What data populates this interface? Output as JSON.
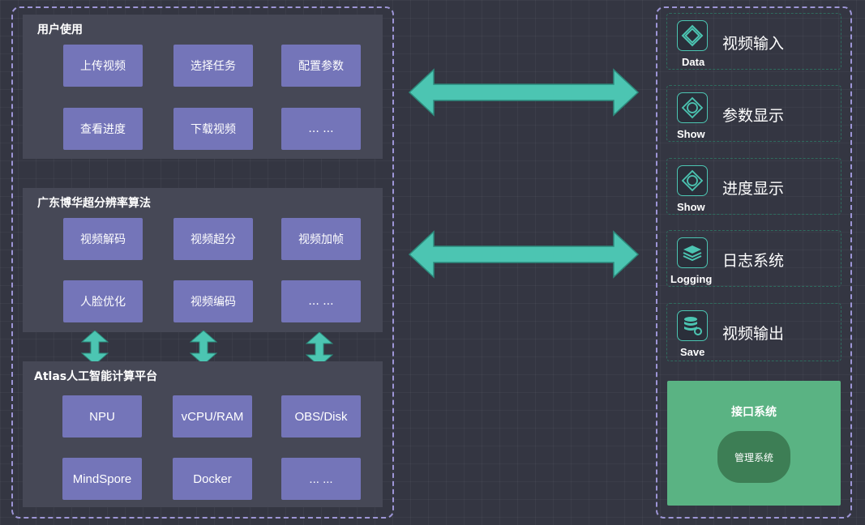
{
  "left": {
    "groups": [
      {
        "title": "用户使用",
        "items": [
          "上传视频",
          "选择任务",
          "配置参数",
          "查看进度",
          "下载视频",
          "... ..."
        ]
      },
      {
        "title": "广东博华超分辨率算法",
        "items": [
          "视频解码",
          "视频超分",
          "视频加帧",
          "人脸优化",
          "视频编码",
          "... ..."
        ]
      },
      {
        "title": "Atlas人工智能计算平台",
        "items": [
          "NPU",
          "vCPU/RAM",
          "OBS/Disk",
          "MindSpore",
          "Docker",
          "... ..."
        ]
      }
    ]
  },
  "right": {
    "items": [
      {
        "label": "视频输入",
        "sub": "Data",
        "icon": "data-icon"
      },
      {
        "label": "参数显示",
        "sub": "Show",
        "icon": "show-icon"
      },
      {
        "label": "进度显示",
        "sub": "Show",
        "icon": "show-icon"
      },
      {
        "label": "日志系统",
        "sub": "Logging",
        "icon": "logging-layers-icon"
      },
      {
        "label": "视频输出",
        "sub": "Save",
        "icon": "save-database-icon"
      }
    ],
    "interface": {
      "title": "接口系统",
      "inner": "管理系统"
    }
  },
  "colors": {
    "background": "#343642",
    "frame_dash": "#9d95d6",
    "group_bg": "#464856",
    "button": "#7475b9",
    "arrow": "#4cc5b2",
    "interface_bg": "#5ab383",
    "interface_pill": "#3d7e55"
  }
}
